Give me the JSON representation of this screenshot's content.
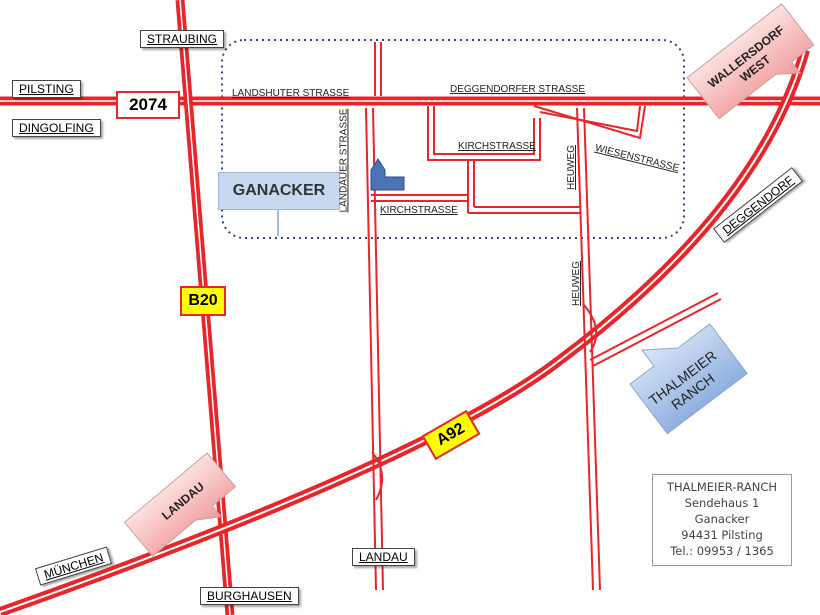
{
  "places": {
    "straubing": "STRAUBING",
    "pilsting": "PILSTING",
    "dingolfing": "DINGOLFING",
    "muenchen": "MÜNCHEN",
    "landau_south": "LANDAU",
    "burghausen": "BURGHAUSEN",
    "deggendorf": "DEGGENDORF"
  },
  "roads": {
    "r2074": "2074",
    "b20": "B20",
    "a92": "A92"
  },
  "streets": {
    "landshuter": "LANDSHUTER STRASSE",
    "deggendorfer": "DEGGENDORFER STRASSE",
    "kirch_upper": "KIRCHSTRASSE",
    "kirch_lower": "KIRCHSTRASSE",
    "landauer": "LANDAUER STRASSE",
    "heuweg_upper": "HEUWEG",
    "heuweg_lower": "HEUWEG",
    "wiesen": "WIESENSTRASSE"
  },
  "village": "GANACKER",
  "arrows": {
    "wallersdorf_line1": "WALLERSDORF",
    "wallersdorf_line2": "WEST",
    "landau": "LANDAU",
    "ranch_line1": "THALMEIER",
    "ranch_line2": "RANCH"
  },
  "address": {
    "line1": "THALMEIER-RANCH",
    "line2": "Sendehaus 1",
    "line3": "Ganacker",
    "line4": "94431 Pilsting",
    "line5": "Tel.: 09953 / 1365"
  },
  "colors": {
    "road": "#e8262a",
    "shield_yellow": "#ffff00",
    "village_blue": "#c6d9f1",
    "arrow_pink": "#f4b4b4",
    "arrow_blue": "#a9c4ea"
  },
  "icons": [
    "house-icon"
  ]
}
